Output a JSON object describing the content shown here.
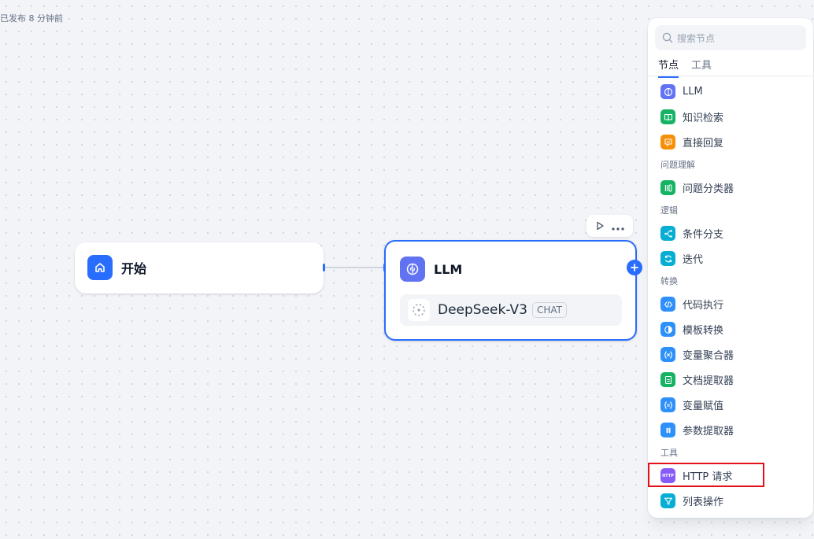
{
  "canvas": {
    "status_text": "已发布 8 分钟前"
  },
  "nodes": {
    "start": {
      "title": "开始"
    },
    "llm": {
      "title": "LLM",
      "model_name": "DeepSeek-V3",
      "model_badge": "CHAT"
    }
  },
  "panel": {
    "search_placeholder": "搜索节点",
    "tabs": [
      "节点",
      "工具"
    ],
    "groups": [
      {
        "label": "",
        "items": [
          {
            "label": "LLM",
            "icon": "brain-icon",
            "color": "#6172f3"
          },
          {
            "label": "知识检索",
            "icon": "book-icon",
            "color": "#16b364"
          },
          {
            "label": "直接回复",
            "icon": "message-reply-icon",
            "color": "#f79009"
          }
        ]
      },
      {
        "label": "问题理解",
        "items": [
          {
            "label": "问题分类器",
            "icon": "classifier-icon",
            "color": "#16b364"
          }
        ]
      },
      {
        "label": "逻辑",
        "items": [
          {
            "label": "条件分支",
            "icon": "branch-icon",
            "color": "#06aed4"
          },
          {
            "label": "迭代",
            "icon": "loop-icon",
            "color": "#06aed4"
          }
        ]
      },
      {
        "label": "转换",
        "items": [
          {
            "label": "代码执行",
            "icon": "code-icon",
            "color": "#2e90fa"
          },
          {
            "label": "模板转换",
            "icon": "template-icon",
            "color": "#2e90fa"
          },
          {
            "label": "变量聚合器",
            "icon": "variable-aggregator-icon",
            "color": "#2e90fa"
          },
          {
            "label": "文档提取器",
            "icon": "document-extract-icon",
            "color": "#16b364"
          },
          {
            "label": "变量赋值",
            "icon": "variable-assign-icon",
            "color": "#2e90fa"
          },
          {
            "label": "参数提取器",
            "icon": "parameter-extract-icon",
            "color": "#2e90fa"
          }
        ]
      },
      {
        "label": "工具",
        "items": [
          {
            "label": "HTTP 请求",
            "icon": "http-icon",
            "icon_text": "HTTP",
            "color": "#875bf7"
          },
          {
            "label": "列表操作",
            "icon": "filter-icon",
            "color": "#06aed4"
          }
        ]
      }
    ]
  }
}
